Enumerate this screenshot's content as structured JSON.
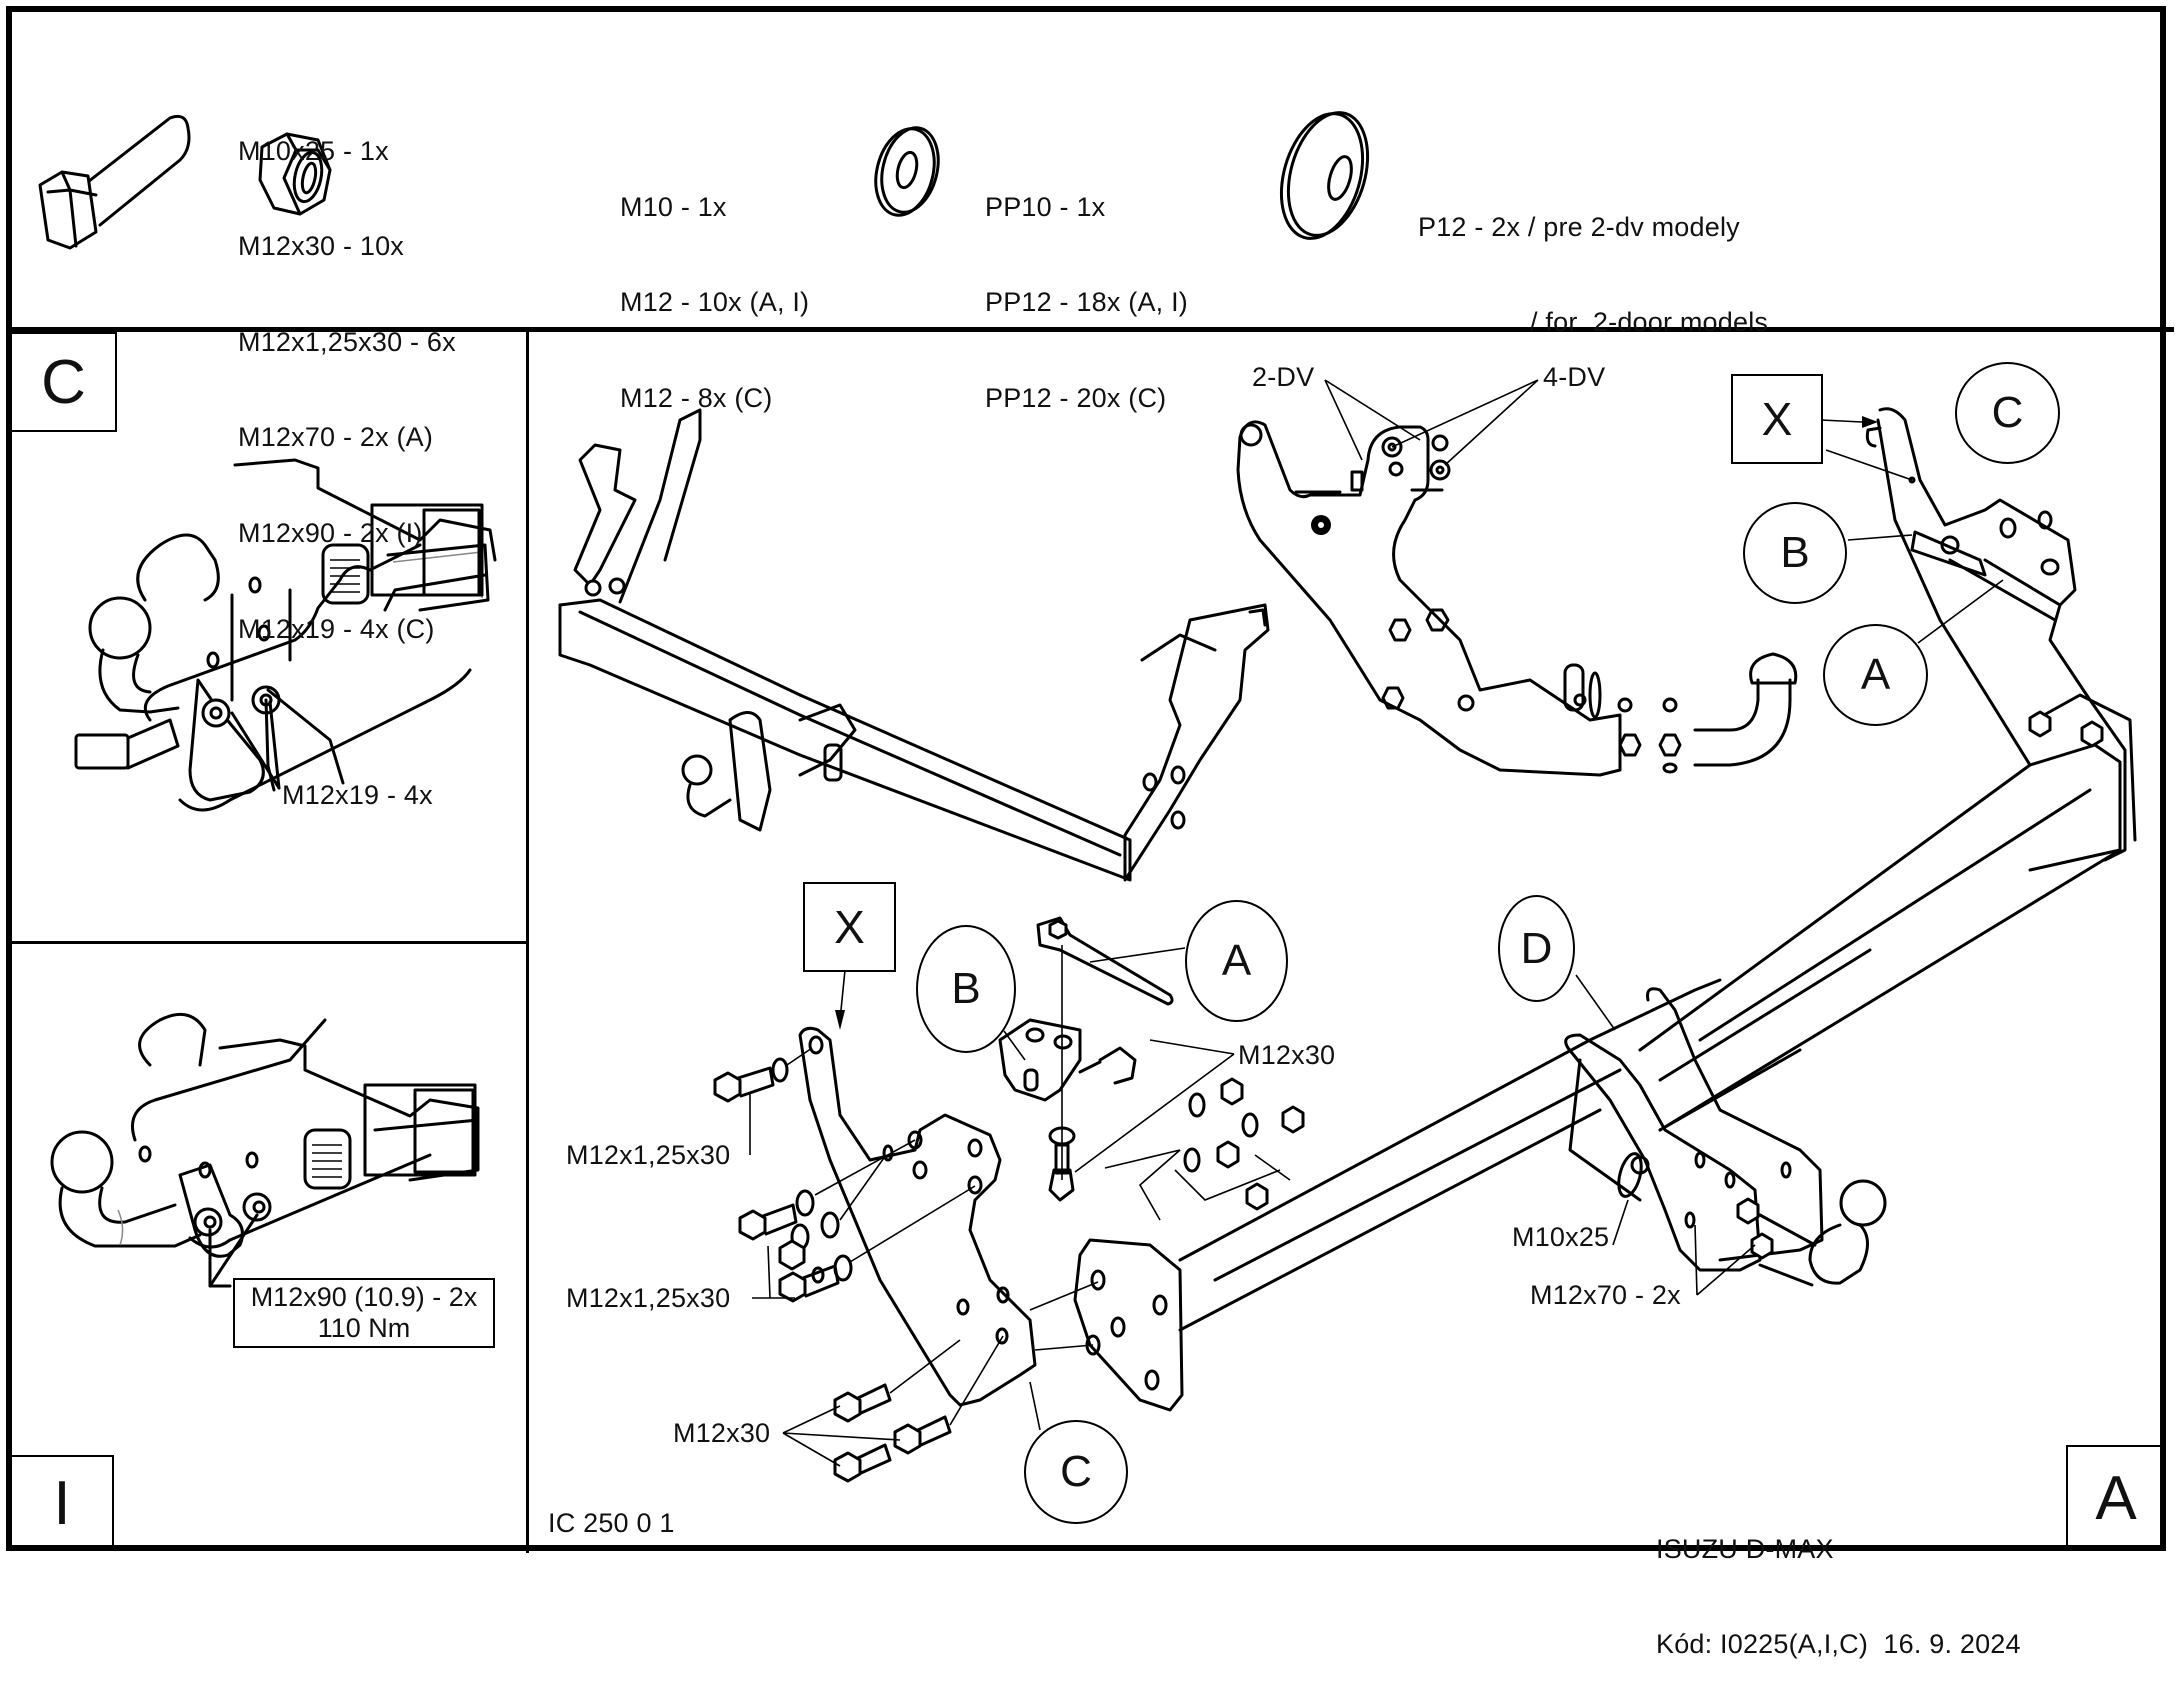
{
  "hardware": {
    "bolts": {
      "icon": "hex-bolt-icon",
      "items": [
        "M10x25 - 1x",
        "M12x30 - 10x",
        "M12x1,25x30 - 6x",
        "M12x70 - 2x (A)",
        "M12x90 - 2x (I)",
        "M12x19 - 4x (C)"
      ]
    },
    "nuts": {
      "icon": "hex-nut-icon",
      "items": [
        "M10 - 1x",
        "M12 - 10x (A, I)",
        "M12 - 8x (C)"
      ]
    },
    "washers": {
      "icon": "washer-icon",
      "items": [
        "PP10 - 1x",
        "PP12 - 18x (A, I)",
        "PP12 - 20x (C)"
      ]
    },
    "large_washer": {
      "icon": "large-washer-icon",
      "line1": "P12 - 2x / pre 2-dv modely",
      "line2": "/ for  2-door models"
    }
  },
  "panel_c": {
    "tag": "C",
    "callout": "M12x19 - 4x"
  },
  "panel_i": {
    "tag": "I",
    "callout_line1": "M12x90 (10.9) - 2x",
    "callout_line2": "110 Nm"
  },
  "main": {
    "tag": "A",
    "overview": {
      "label_2dv": "2-DV",
      "label_4dv": "4-DV",
      "x_marker": "X",
      "circle_c": "C",
      "circle_b": "B",
      "circle_a": "A"
    },
    "exploded": {
      "x_marker": "X",
      "circle_b": "B",
      "circle_a": "A",
      "circle_c": "C",
      "circle_d": "D",
      "label_m12x30_top": "M12x30",
      "label_m12x125x30_1": "M12x1,25x30",
      "label_m12x125x30_2": "M12x1,25x30",
      "label_m12x30_bottom": "M12x30",
      "label_m10x25": "M10x25",
      "label_m12x70": "M12x70 - 2x"
    },
    "drawing_number": "IC 250 0 1",
    "title_block": {
      "vehicle": "ISUZU D-MAX",
      "code_line": "Kód: I0225(A,I,C)  16. 9. 2024"
    }
  }
}
